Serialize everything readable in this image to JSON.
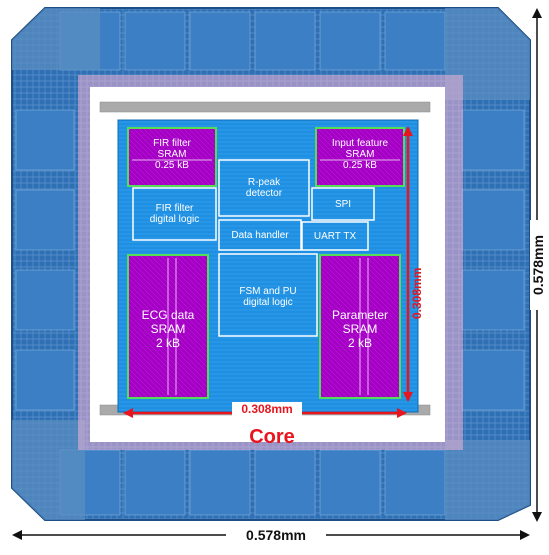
{
  "colors": {
    "pad_ring": "#2f6fb3",
    "core": "#1e8fe0",
    "sram": "#a800c8",
    "annotation_red": "#e8141e",
    "dimension_black": "#111111"
  },
  "blocks": {
    "fir_sram": [
      "FIR filter",
      "SRAM",
      "0.25 kB"
    ],
    "input_sram": [
      "Input feature",
      "SRAM",
      "0.25 kB"
    ],
    "rpeak": [
      "R-peak",
      "detector"
    ],
    "spi": "SPI",
    "fir_logic": [
      "FIR filter",
      "digital logic"
    ],
    "data_handler": "Data handler",
    "uart": "UART TX",
    "fsm": [
      "FSM and PU",
      "digital logic"
    ],
    "ecg_sram": [
      "ECG data",
      "SRAM",
      "2 kB"
    ],
    "param_sram": [
      "Parameter",
      "SRAM",
      "2 kB"
    ]
  },
  "dimensions": {
    "core_width": "0.308mm",
    "core_height": "0.308mm",
    "chip_width": "0.578mm",
    "chip_height": "0.578mm",
    "core_label": "Core"
  }
}
